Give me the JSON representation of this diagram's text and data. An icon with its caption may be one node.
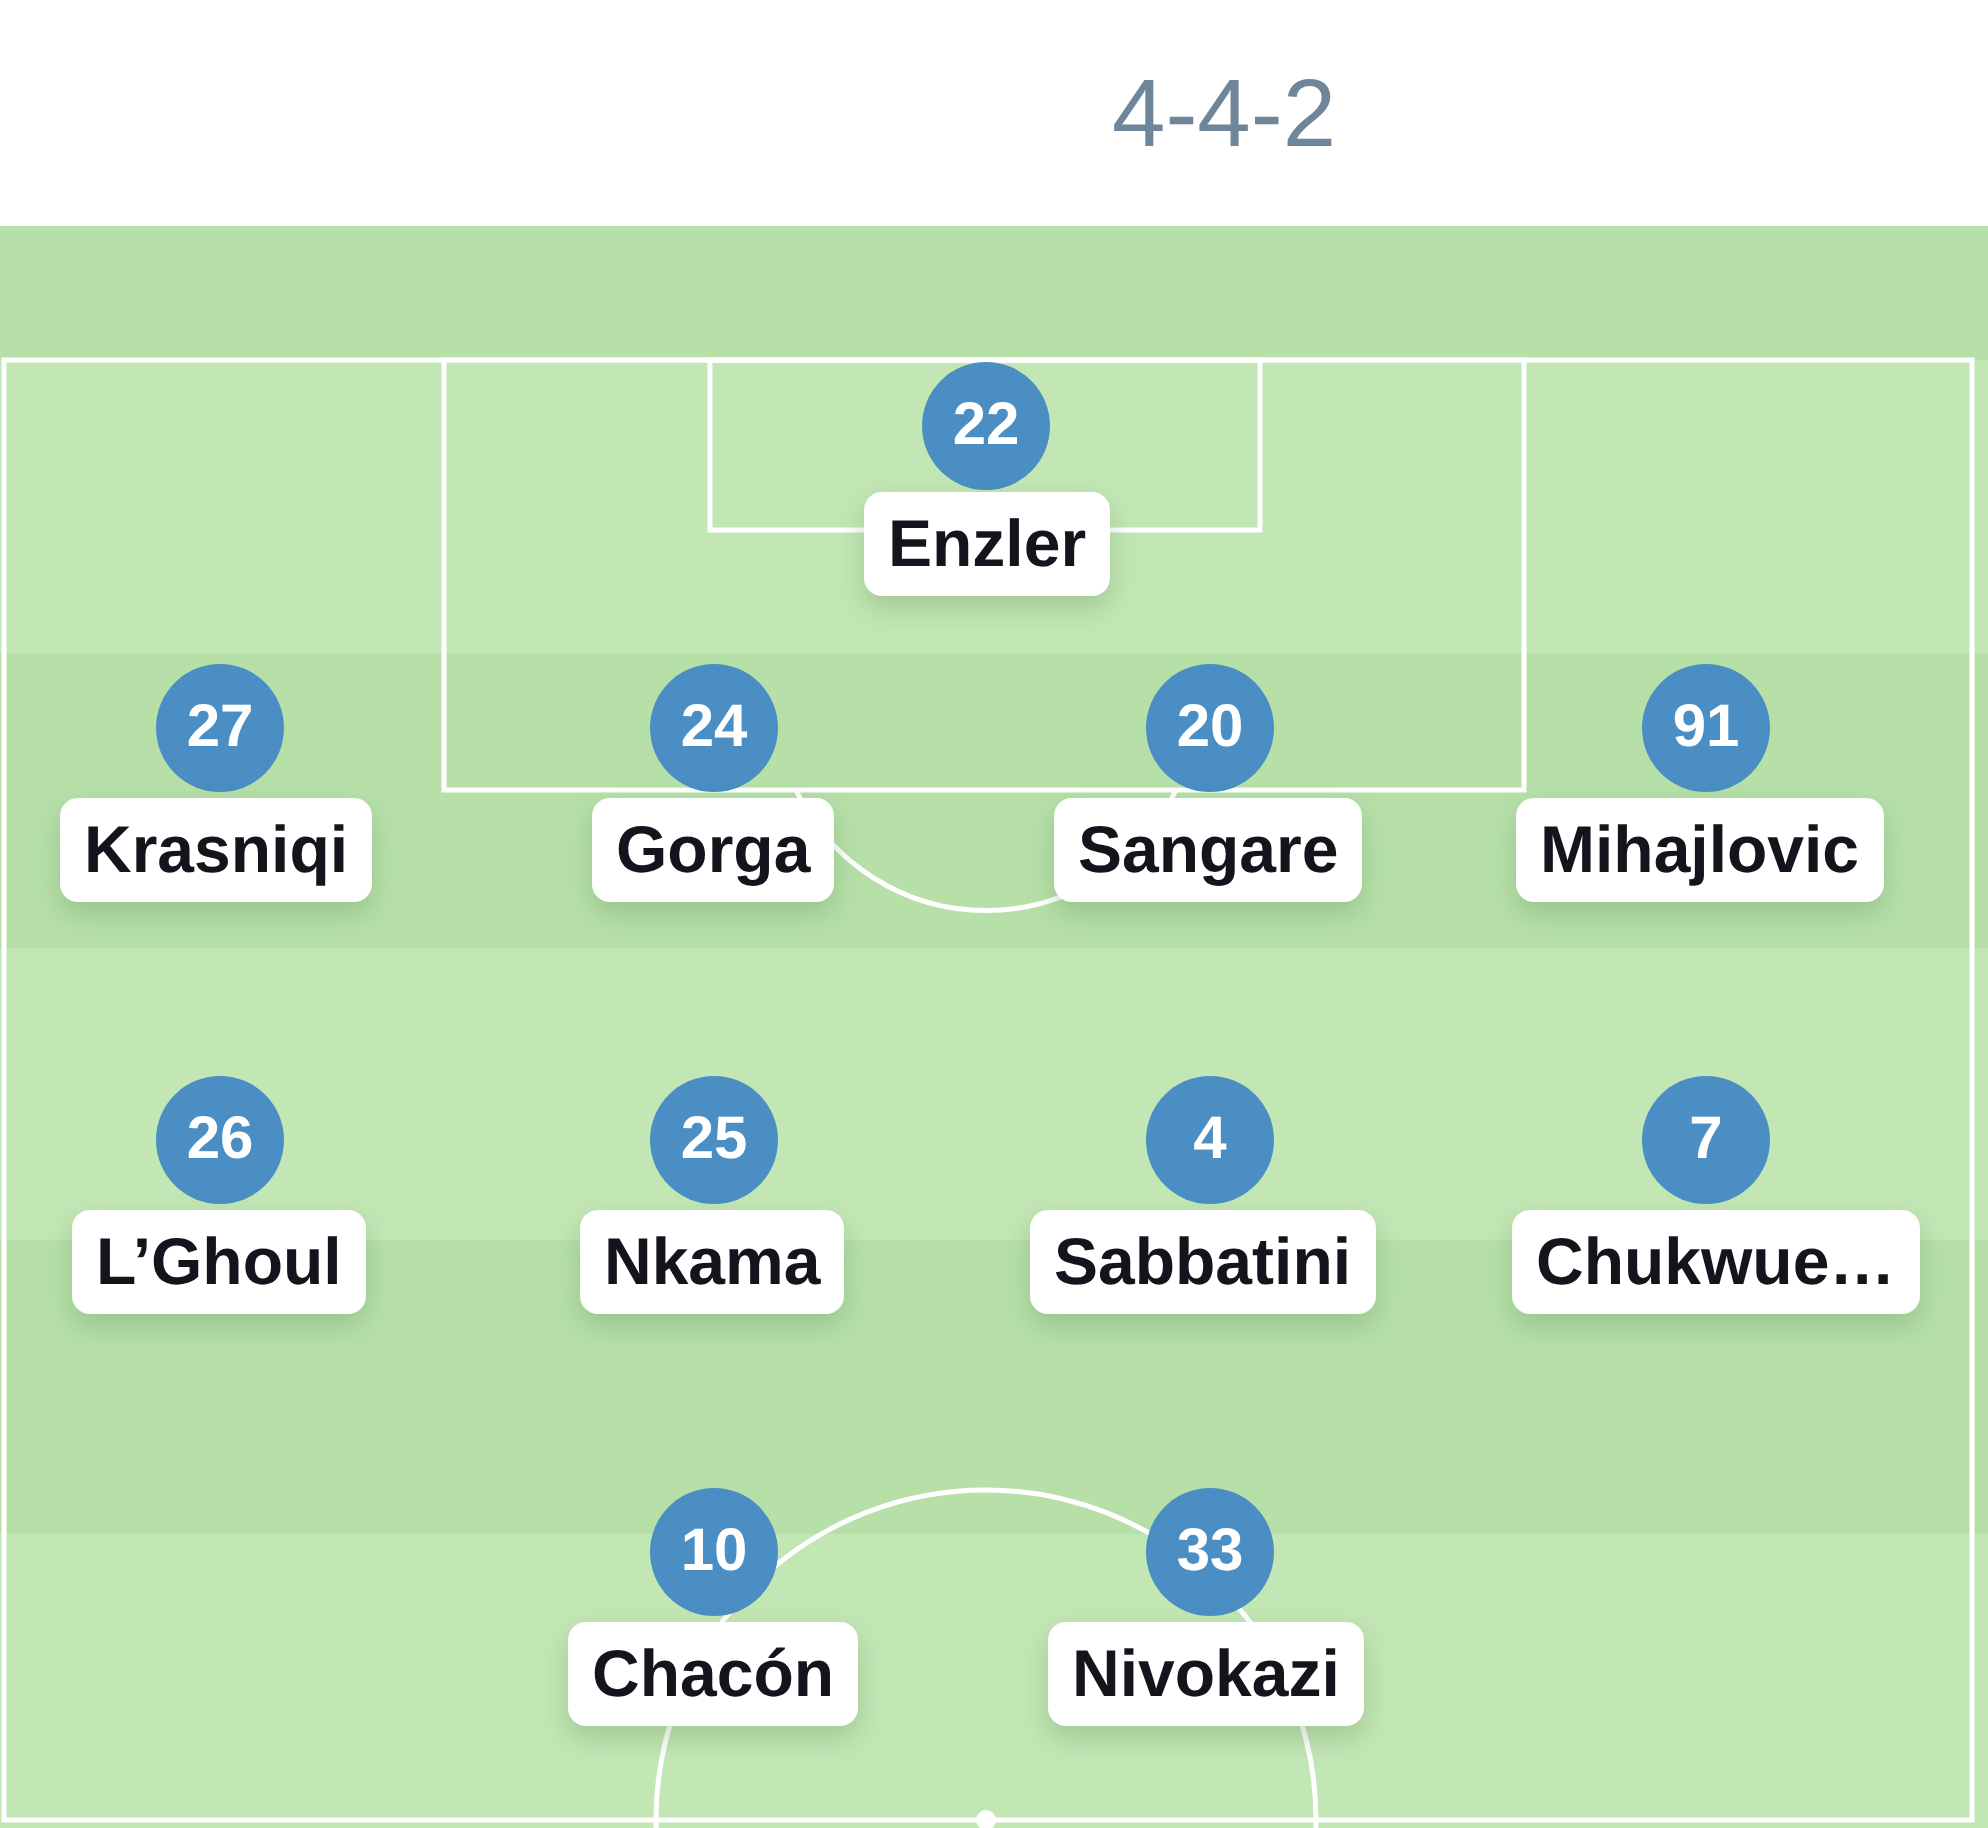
{
  "diagram": {
    "title": "4-4-2",
    "nodes": [
      {
        "text": [
          "22"
        ]
      },
      {
        "text": [
          "Enzler"
        ]
      },
      {
        "text": [
          "27"
        ]
      },
      {
        "text": [
          "Krasniqi"
        ]
      },
      {
        "text": [
          "24"
        ]
      },
      {
        "text": [
          "Gorga"
        ]
      },
      {
        "text": [
          "20"
        ]
      },
      {
        "text": [
          "Sangare"
        ]
      },
      {
        "text": [
          "91"
        ]
      },
      {
        "text": [
          "Mihajlovic"
        ]
      },
      {
        "text": [
          "26"
        ]
      },
      {
        "text": [
          "L’Ghoul"
        ]
      },
      {
        "text": [
          "25"
        ]
      },
      {
        "text": [
          "Nkama"
        ]
      },
      {
        "text": [
          "4"
        ]
      },
      {
        "text": [
          "Sabbatini"
        ]
      },
      {
        "text": [
          "7"
        ]
      },
      {
        "text": [
          "Chukwue…"
        ]
      },
      {
        "text": [
          "10"
        ]
      },
      {
        "text": [
          "Chacón"
        ]
      },
      {
        "text": [
          "33"
        ]
      },
      {
        "text": [
          "Nivokazi"
        ]
      }
    ],
    "edges": []
  }
}
